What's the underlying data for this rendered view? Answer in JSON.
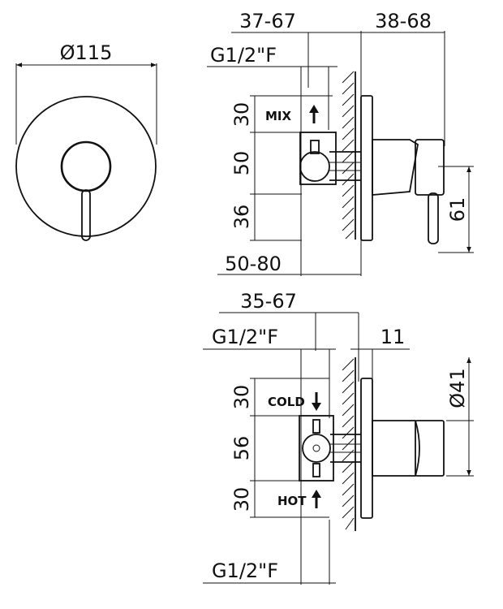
{
  "dimensions": {
    "front_diameter": "Ø115",
    "top_depth_left": "37-67",
    "top_depth_right": "38-68",
    "top_thread": "G1/2\"F",
    "top_vert_1": "30",
    "top_vert_2": "50",
    "top_vert_3": "36",
    "top_bottom_depth": "50-80",
    "top_lever_height": "61",
    "bottom_depth": "35-67",
    "bottom_thread_top": "G1/2\"F",
    "bottom_offset": "11",
    "bottom_vert_1": "30",
    "bottom_vert_2": "56",
    "bottom_vert_3": "30",
    "bottom_diameter": "Ø41",
    "bottom_thread_bottom": "G1/2\"F"
  },
  "labels": {
    "mix": "MIX",
    "cold": "COLD",
    "hot": "HOT"
  },
  "arrows": {
    "mix": "up-arrow",
    "cold": "down-arrow",
    "hot": "up-arrow"
  },
  "colors": {
    "line": "#111111",
    "background": "#ffffff"
  }
}
